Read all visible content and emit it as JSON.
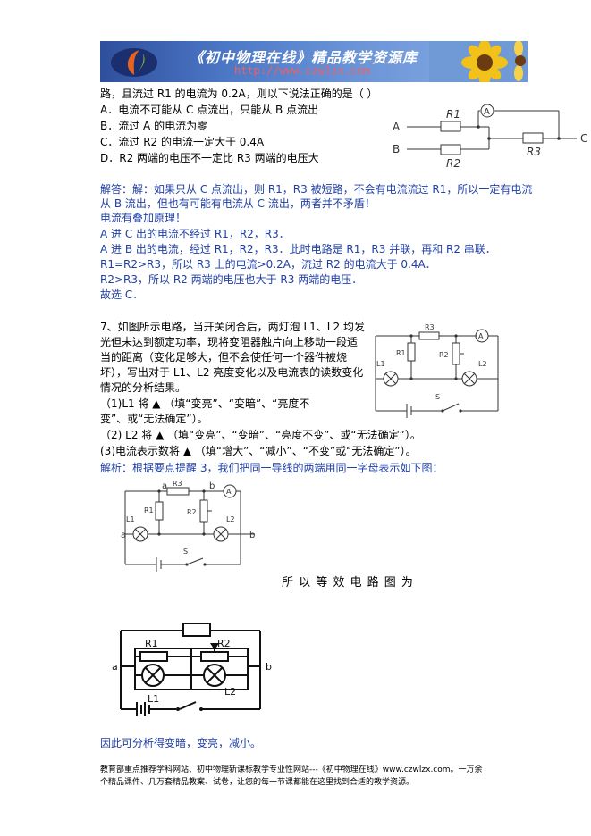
{
  "banner": {
    "title": "《初中物理在线》精品教学资源库",
    "url": "http://www.czwlzx.com"
  },
  "q6": {
    "stem": "路，且流过 R1 的电流为 0.2A，则以下说法正确的是（      ）",
    "options": [
      "A．电流不可能从 C 点流出，只能从 B 点流出",
      "B．流过 A 的电流为零",
      "C．流过 R2 的电流一定大于 0.4A",
      "D．R2 两端的电压不一定比 R3 两端的电压大"
    ],
    "diagram": {
      "A": "A",
      "B": "B",
      "C": "C",
      "R1": "R1",
      "R2": "R2",
      "R3": "R3",
      "ammeter": "A"
    }
  },
  "q6_answer": {
    "lines": [
      "解答：解：如果只从 C 点流出，则 R1，R3 被短路，不会有电流流过 R1，所以一定有电流",
      "从 B 流出，但也有可能有电流从 C 流出，两者并不矛盾！",
      "电流有叠加原理！",
      "A 进 C 出的电流不经过 R1，R2，R3．",
      "A 进 B 出的电流，经过 R1，R2，R3．此时电路是 R1，R3 并联，再和 R2 串联．",
      "R1=R2>R3，所以 R3 上的电流>0.2A，流过 R2 的电流大于 0.4A．",
      "R2>R3，所以 R2 两端的电压也大于 R3 两端的电压．",
      "故选 C．"
    ]
  },
  "q7": {
    "lines": [
      "7、如图所示电路，当开关闭合后，两灯泡 L1、L2 均发",
      "光但未达到额定功率，现将变阻器触片向上移动一段适",
      "当的距离（变化足够大，但不会使任何一个器件被烧",
      "坏），写出对于 L1、L2 亮度变化以及电流表的读数变化",
      "情况的分析结果。",
      "（1)L1 将  ▲  （填“变亮”、“变暗”、“亮度不",
      "变”、或“无法确定”）。",
      "（2) L2 将  ▲  （填“变亮”、“变暗”、“亮度不变”、或“无法确定”）。",
      "(3)电流表示数将  ▲  （填“增大”、“减小”、“不变”或“无法确定”）。"
    ],
    "analysis": "解析：根据要点提醒 3，我们把同一导线的两端用同一字母表示如下图：",
    "equiv_text": "所  以  等  效  电  路  图  为",
    "conclusion": "因此可分析得变暗，变亮，减小。",
    "diagram": {
      "R3": "R3",
      "R1": "R1",
      "R2": "R2",
      "L1": "L1",
      "L2": "L2",
      "S": "S",
      "ammeter": "A",
      "a": "a",
      "b": "b"
    }
  },
  "footer": {
    "line1": "教育部重点推荐学科网站、初中物理新课标教学专业性网站---《初中物理在线》www.czwlzx.com。一万余",
    "line2": "个精品课件、几万套精品教案、试卷，让您的每一节课都能在这里找到合适的教学资源。"
  }
}
